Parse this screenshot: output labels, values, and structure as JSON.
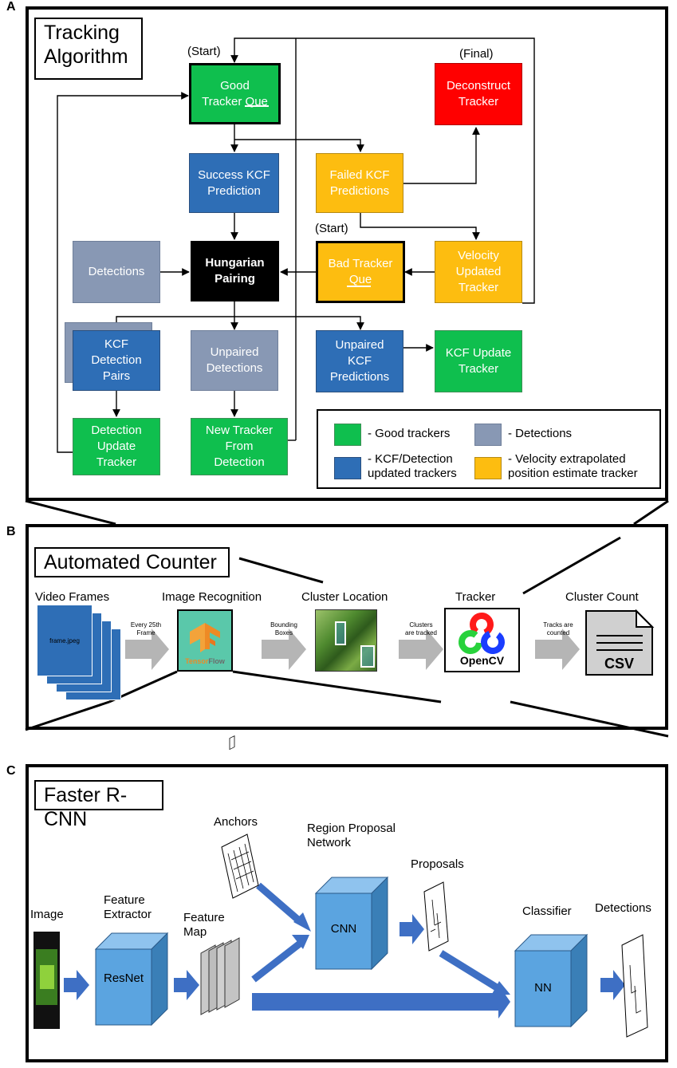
{
  "panelA": {
    "letter": "A",
    "title": "Tracking\nAlgorithm",
    "label_start_good": "(Start)",
    "label_start_bad": "(Start)",
    "label_final": "(Final)",
    "nodes": {
      "good_tracker": "Good\nTracker Que",
      "deconstruct": "Deconstruct\nTracker",
      "success_kcf": "Success KCF\nPrediction",
      "failed_kcf": "Failed KCF\nPredictions",
      "detections": "Detections",
      "hungarian": "Hungarian\nPairing",
      "bad_tracker": "Bad Tracker\nQue",
      "velocity": "Velocity\nUpdated\nTracker",
      "kcf_pairs": "KCF\nDetection\nPairs",
      "unpaired_det": "Unpaired\nDetections",
      "unpaired_kcf": "Unpaired\nKCF\nPredictions",
      "kcf_update": "KCF Update\nTracker",
      "det_update": "Detection\nUpdate\nTracker",
      "new_tracker": "New Tracker\nFrom\nDetection"
    },
    "legend": {
      "good": "- Good trackers",
      "detections": "- Detections",
      "kcf": "- KCF/Detection\nupdated trackers",
      "velocity": "- Velocity extrapolated\nposition estimate tracker"
    },
    "colors": {
      "green": "#0fbf4e",
      "blue": "#2e6eb6",
      "yellow": "#fdbd10",
      "gray": "#8898b4",
      "red": "#ff0000",
      "black": "#000000"
    }
  },
  "panelB": {
    "letter": "B",
    "title": "Automated Counter",
    "stages": {
      "video_frames": "Video Frames",
      "image_recognition": "Image Recognition",
      "cluster_location": "Cluster Location",
      "tracker": "Tracker",
      "cluster_count": "Cluster Count"
    },
    "frame_file": "frame.jpeg",
    "arrow_labels": {
      "every_25th": "Every 25th\nFrame",
      "bounding_boxes": "Bounding\nBoxes",
      "clusters_tracked": "Clusters\nare tracked",
      "tracks_counted": "Tracks are\ncounted"
    },
    "tensorflow_a": "Tensor",
    "tensorflow_b": "Flow",
    "opencv": "OpenCV",
    "csv": "CSV"
  },
  "panelC": {
    "letter": "C",
    "title": "Faster R-CNN",
    "labels": {
      "image": "Image",
      "feature_extractor": "Feature\nExtractor",
      "feature_map": "Feature\nMap",
      "anchors": "Anchors",
      "rpn": "Region Proposal\nNetwork",
      "proposals": "Proposals",
      "classifier": "Classifier",
      "detections": "Detections"
    },
    "cubes": {
      "resnet": "ResNet",
      "cnn": "CNN",
      "nn": "NN"
    }
  }
}
